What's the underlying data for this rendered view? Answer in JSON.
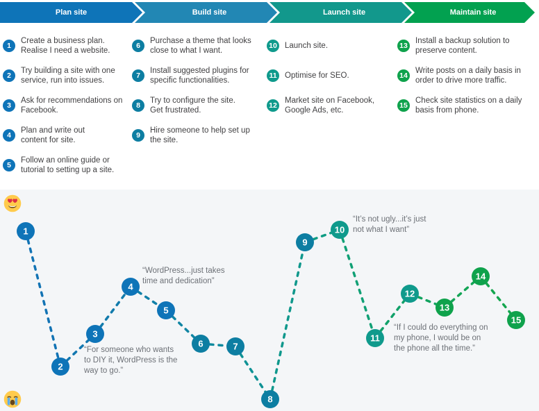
{
  "phases": [
    {
      "label": "Plan site",
      "color": "#0e74b8",
      "steps": [
        {
          "num": "1",
          "text": "Create a business plan.\nRealise I need a website."
        },
        {
          "num": "2",
          "text": "Try building a site with one\nservice, run into issues."
        },
        {
          "num": "3",
          "text": "Ask for recommendations on\nFacebook."
        },
        {
          "num": "4",
          "text": "Plan and write out\ncontent for site."
        },
        {
          "num": "5",
          "text": "Follow an online guide or\ntutorial to setting up a site."
        }
      ]
    },
    {
      "label": "Build site",
      "color": "#2287b4",
      "steps": [
        {
          "num": "6",
          "text": "Purchase a theme that looks\nclose to what I want."
        },
        {
          "num": "7",
          "text": "Install suggested plugins for\nspecific functionalities."
        },
        {
          "num": "8",
          "text": "Try to configure the site.\nGet frustrated."
        },
        {
          "num": "9",
          "text": "Hire someone to help set up\nthe site."
        }
      ]
    },
    {
      "label": "Launch site",
      "color": "#12988c",
      "steps": [
        {
          "num": "10",
          "text": "Launch site."
        },
        {
          "num": "11",
          "text": "Optimise for SEO."
        },
        {
          "num": "12",
          "text": "Market site on Facebook,\nGoogle Ads, etc."
        }
      ]
    },
    {
      "label": "Maintain site",
      "color": "#02a150",
      "steps": [
        {
          "num": "13",
          "text": "Install a backup solution to\npreserve content."
        },
        {
          "num": "14",
          "text": "Write posts on a daily basis in\norder to drive more traffic."
        },
        {
          "num": "15",
          "text": "Check site statistics on a daily\nbasis from phone."
        }
      ]
    }
  ],
  "journey": {
    "emoji_top": "heart-eyes-emoji",
    "emoji_bottom": "loudly-crying-emoji",
    "point_colors": {
      "plan": "#0e74b8",
      "build": "#0d7ea2",
      "launch": "#0f9a8c",
      "maintain": "#0fa24c"
    },
    "points": [
      {
        "num": "1"
      },
      {
        "num": "2"
      },
      {
        "num": "3"
      },
      {
        "num": "4"
      },
      {
        "num": "5"
      },
      {
        "num": "6"
      },
      {
        "num": "7"
      },
      {
        "num": "8"
      },
      {
        "num": "9"
      },
      {
        "num": "10"
      },
      {
        "num": "11"
      },
      {
        "num": "12"
      },
      {
        "num": "13"
      },
      {
        "num": "14"
      },
      {
        "num": "15"
      }
    ],
    "quotes": [
      {
        "text": "“WordPress...just takes\ntime and dedication”"
      },
      {
        "text": "“For someone who wants\nto DIY it, WordPress is the\nway to go.”"
      },
      {
        "text": "“It’s not ugly...it’s just\nnot what I want”"
      },
      {
        "text": "“If I could do everything on\nmy phone, I would be on\nthe phone all the time.”"
      }
    ]
  }
}
